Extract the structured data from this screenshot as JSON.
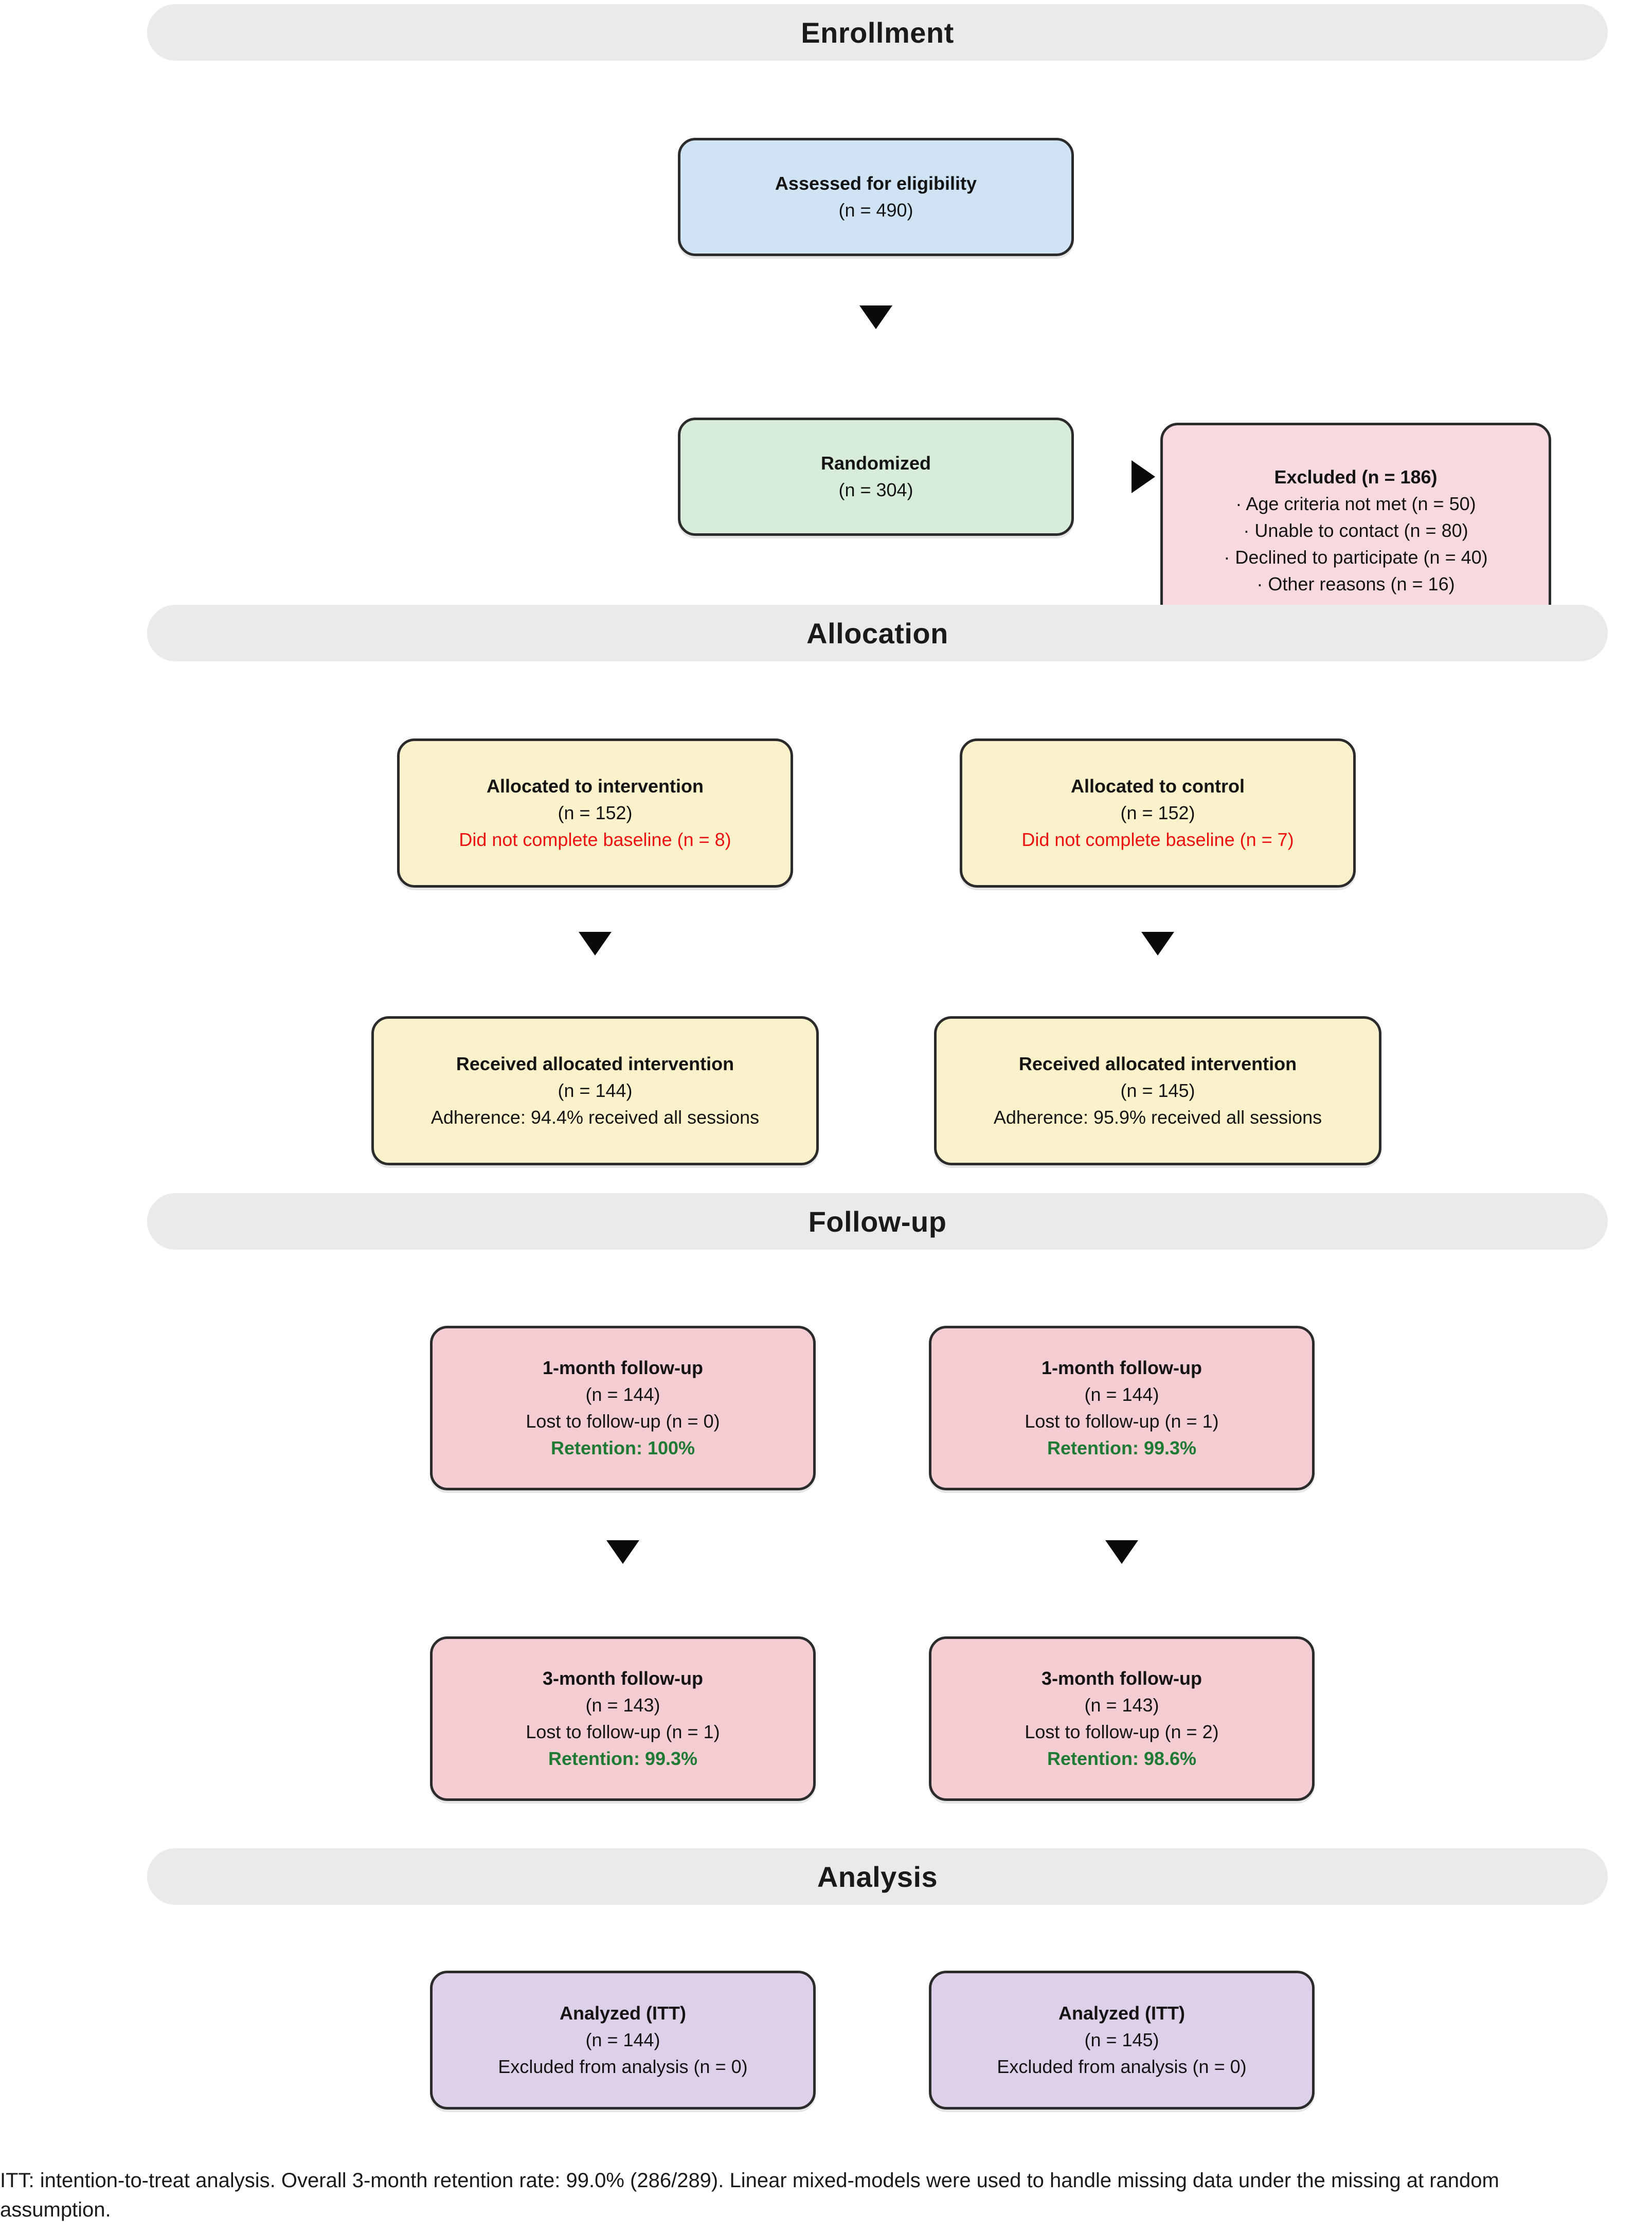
{
  "figure": {
    "type": "consort-flow-diagram",
    "footnote": "ITT: intention-to-treat analysis. Overall 3-month retention rate: 99.0% (286/289). Linear mixed-models were used to handle missing data under the missing at random\nassumption."
  },
  "colors": {
    "band": "#eaeaea",
    "border": "#2b2b2b",
    "arrow": "#0a0a0a",
    "enrollment_fill": "#cfe3f5",
    "randomized_fill": "#d7ecd9",
    "excluded_fill": "#f8dade",
    "allocation_fill": "#fbf2cb",
    "followup_fill": "#f4cdd3",
    "analysis_fill": "#ded0e8",
    "red_text": "#ee1111",
    "green_text": "#1f7a33"
  },
  "bands": [
    {
      "id": "enrollment",
      "label": "Enrollment"
    },
    {
      "id": "allocation",
      "label": "Allocation"
    },
    {
      "id": "followup",
      "label": "Follow-up"
    },
    {
      "id": "analysis",
      "label": "Analysis"
    }
  ],
  "nodes": {
    "assessed": {
      "title": "Assessed for eligibility",
      "count": "(n = 490)"
    },
    "randomized": {
      "title": "Randomized",
      "count": "(n = 304)"
    },
    "excluded": {
      "title": "Excluded (n = 186)",
      "reasons": [
        "· Age criteria not met (n = 50)",
        "· Unable to contact (n = 80)",
        "· Declined to participate (n = 40)",
        "· Other reasons (n = 16)"
      ]
    },
    "alloc_left": {
      "title": "Allocated to intervention",
      "count": "(n = 152)",
      "note": "Did not complete baseline (n = 8)"
    },
    "alloc_right": {
      "title": "Allocated to control",
      "count": "(n = 152)",
      "note": "Did not complete baseline (n = 7)"
    },
    "received_left": {
      "title": "Received allocated intervention",
      "count": "(n = 144)",
      "note": "Adherence: 94.4% received all sessions"
    },
    "received_right": {
      "title": "Received allocated intervention",
      "count": "(n = 145)",
      "note": "Adherence: 95.9% received all sessions"
    },
    "fu1_left": {
      "title": "1-month follow-up",
      "count": "(n = 144)",
      "lost": "Lost to follow-up (n = 0)",
      "retention": "Retention: 100%"
    },
    "fu1_right": {
      "title": "1-month follow-up",
      "count": "(n = 144)",
      "lost": "Lost to follow-up (n = 1)",
      "retention": "Retention: 99.3%"
    },
    "fu3_left": {
      "title": "3-month follow-up",
      "count": "(n = 143)",
      "lost": "Lost to follow-up (n = 1)",
      "retention": "Retention: 99.3%"
    },
    "fu3_right": {
      "title": "3-month follow-up",
      "count": "(n = 143)",
      "lost": "Lost to follow-up (n = 2)",
      "retention": "Retention: 98.6%"
    },
    "analyzed_left": {
      "title": "Analyzed (ITT)",
      "count": "(n = 144)",
      "excluded": "Excluded from analysis (n = 0)"
    },
    "analyzed_right": {
      "title": "Analyzed (ITT)",
      "count": "(n = 145)",
      "excluded": "Excluded from analysis (n = 0)"
    }
  }
}
